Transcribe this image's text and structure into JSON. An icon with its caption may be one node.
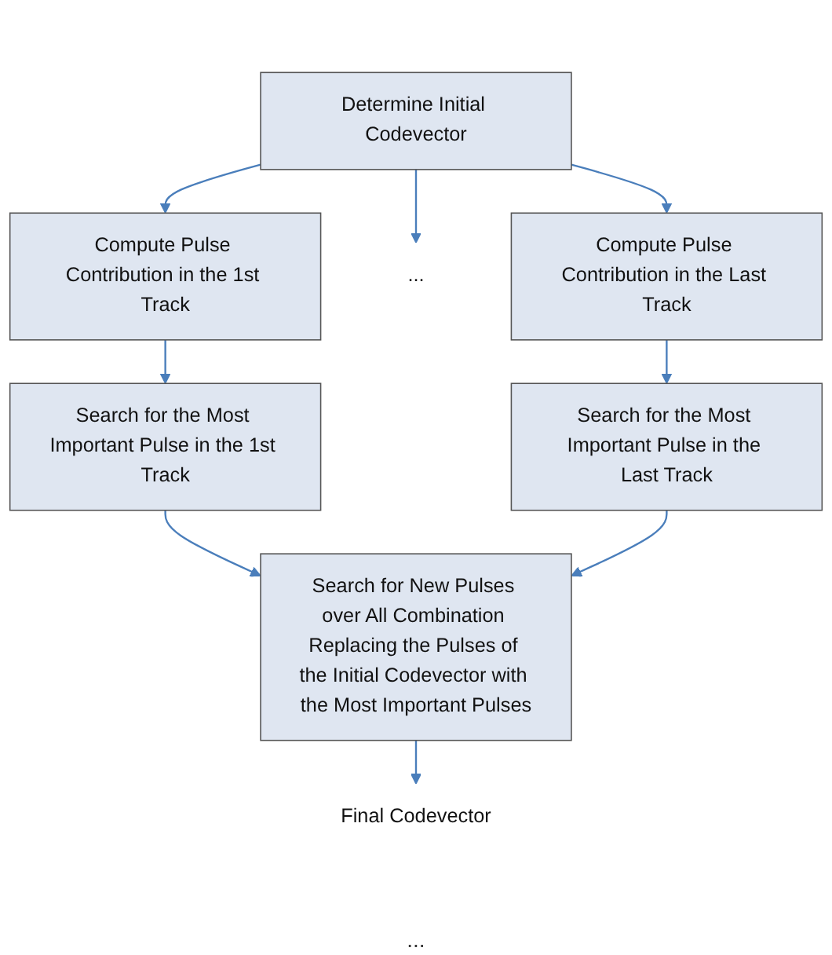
{
  "diagram": {
    "nodes": [
      {
        "text": [
          "Determine Initial Codevector"
        ]
      },
      {
        "text": [
          "Compute Pulse Contribution in the 1st Track"
        ]
      },
      {
        "text": [
          "..."
        ]
      },
      {
        "text": [
          "Compute Pulse Contribution in the Last Track"
        ]
      },
      {
        "text": [
          "Search for the Most Important Pulse in the 1st Track"
        ]
      },
      {
        "text": [
          "Search for the Most Important Pulse in the Last Track"
        ]
      },
      {
        "text": [
          "Search for New Pulses over All Combination Replacing the Pulses of the Initial Codevector with the Most Important Pulses"
        ]
      },
      {
        "text": [
          "Final Codevector"
        ]
      }
    ],
    "edges": [
      {
        "from": 0,
        "to": 1,
        "arrow": "to"
      },
      {
        "from": 0,
        "to": 2,
        "arrow": "to"
      },
      {
        "from": 0,
        "to": 3,
        "arrow": "to"
      },
      {
        "from": 1,
        "to": 4,
        "arrow": "to"
      },
      {
        "from": 3,
        "to": 5,
        "arrow": "to"
      },
      {
        "from": 4,
        "to": 6,
        "arrow": "to"
      },
      {
        "from": 5,
        "to": 6,
        "arrow": "to"
      },
      {
        "from": 6,
        "to": 7,
        "arrow": "to"
      }
    ],
    "labels": [
      "..."
    ]
  }
}
